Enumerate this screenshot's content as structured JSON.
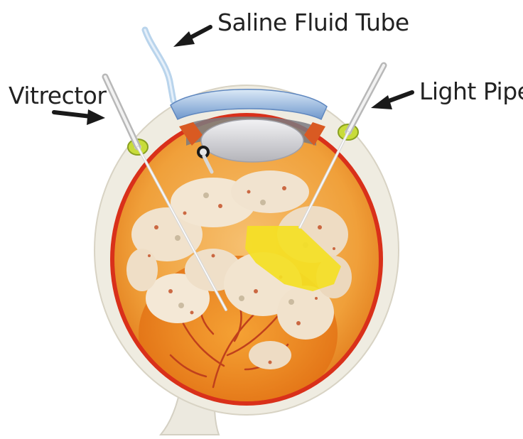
{
  "labels": {
    "saline": "Saline Fluid Tube",
    "vitrector": "Vitrector",
    "light_pipe": "Light Pipe"
  },
  "colors": {
    "sclera": "#efece1",
    "retina_red": "#d9301a",
    "vitreous": "#f0a03a",
    "fundus": "#e97820",
    "lens": "#d8d8dc",
    "cornea_blue": "#7fa6d4",
    "yellow_patch": "#f4e024",
    "port_ring": "#c8dc3a",
    "arrow": "#1a1a1a",
    "tube": "#b9d4ec"
  },
  "icons": [
    "arrow-icon",
    "trocar-port-icon"
  ]
}
